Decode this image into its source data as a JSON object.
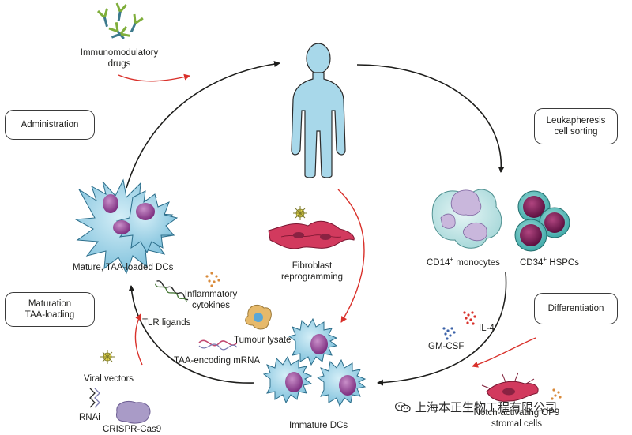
{
  "stages": {
    "administration": "Administration",
    "leukapheresis_line1": "Leukapheresis",
    "leukapheresis_line2": "cell sorting",
    "differentiation": "Differentiation",
    "maturation_line1": "Maturation",
    "maturation_line2": "TAA-loading"
  },
  "labels": {
    "immunomodulatory_line1": "Immunomodulatory",
    "immunomodulatory_line2": "drugs",
    "mature_dcs": "Mature, TAA-loaded DCs",
    "fibroblast_line1": "Fibroblast",
    "fibroblast_line2": "reprogramming",
    "cd14_prefix": "CD14",
    "cd14_sup": "+",
    "cd14_suffix": " monocytes",
    "cd34_prefix": "CD34",
    "cd34_sup": "+",
    "cd34_suffix": " HSPCs",
    "il4": "IL-4",
    "gmcsf": "GM-CSF",
    "inflammatory_line1": "Inflammatory",
    "inflammatory_line2": "cytokines",
    "tlr_ligands": "TLR ligands",
    "tumour_lysate": "Tumour lysate",
    "taa_mrna": "TAA-encoding mRNA",
    "viral_vectors": "Viral vectors",
    "rnai": "RNAi",
    "crispr": "CRISPR-Cas9",
    "immature_dcs": "Immature DCs",
    "stromal_line1": "Notch-activating OP9",
    "stromal_line2": "stromal cells"
  },
  "watermark": {
    "text": "上海本正生物工程有限公司",
    "icon": "wechat-icon"
  },
  "colors": {
    "cycle_arrow": "#1d1d1b",
    "red_arrow": "#d9312b",
    "patient": "#a8d8ea",
    "dc_body": "#9fd3e6",
    "dc_nucleus": "#8b3f8e",
    "monocyte": "#bfe3e3",
    "monocyte_nucleus": "#b9a6cf",
    "hspc": "#6cc3c1",
    "hspc_nucleus": "#7a1d54",
    "fibroblast": "#d23a5e"
  }
}
